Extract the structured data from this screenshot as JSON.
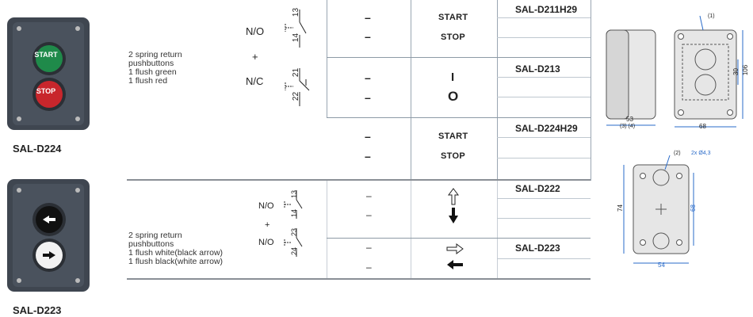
{
  "products": [
    {
      "image_label": "SAL-D224",
      "description": [
        "2 spring return",
        "pushbuttons",
        "1 flush green",
        "1 flush red"
      ],
      "button_texts": [
        "START",
        "STOP"
      ],
      "contacts": {
        "no_label": "N/O",
        "plus": "+",
        "nc_label": "N/C",
        "no_terminals": [
          "13",
          "14"
        ],
        "nc_terminals": [
          "21",
          "22"
        ]
      },
      "variants": [
        {
          "ref": "SAL-D211H29",
          "markings": [
            "–",
            "–"
          ],
          "functions": [
            "START",
            "STOP"
          ]
        },
        {
          "ref": "SAL-D213",
          "markings": [
            "–",
            "–"
          ],
          "functions": [
            "I",
            "O"
          ]
        },
        {
          "ref": "SAL-D224H29",
          "markings": [
            "–",
            "–"
          ],
          "functions": [
            "START",
            "STOP"
          ]
        }
      ],
      "dimensions": {
        "callout": "(1)",
        "width_side": "53",
        "width_front": "68",
        "notes": "(3) (4)",
        "h1": "30",
        "h2": "106",
        "eq": "="
      }
    },
    {
      "image_label": "SAL-D223",
      "description": [
        "2 spring return",
        "pushbuttons",
        "1 flush white(black arrow)",
        "1 flush black(white arrow)"
      ],
      "contacts": {
        "no_label_1": "N/O",
        "plus": "+",
        "no_label_2": "N/O",
        "no1_terminals": [
          "13",
          "14"
        ],
        "no2_terminals": [
          "23",
          "24"
        ]
      },
      "variants": [
        {
          "ref": "SAL-D222",
          "markings": [
            "–",
            "–"
          ],
          "functions": [
            "up-arrow-outline",
            "down-arrow-solid"
          ]
        },
        {
          "ref": "SAL-D223",
          "markings": [
            "–",
            "–"
          ],
          "functions": [
            "right-arrow-outline",
            "left-arrow-solid"
          ]
        }
      ],
      "dimensions": {
        "callout": "(2)",
        "holes": "2x Ø4,3",
        "h_left": "74",
        "h_right": "68",
        "w_bottom": "54",
        "eq": "="
      }
    }
  ],
  "colors": {
    "enclosure": "#3f4650",
    "green": "#1f8a4a",
    "red": "#c8262c",
    "blue_dim": "#2a6bc9",
    "grid": "#bfc8d0"
  }
}
